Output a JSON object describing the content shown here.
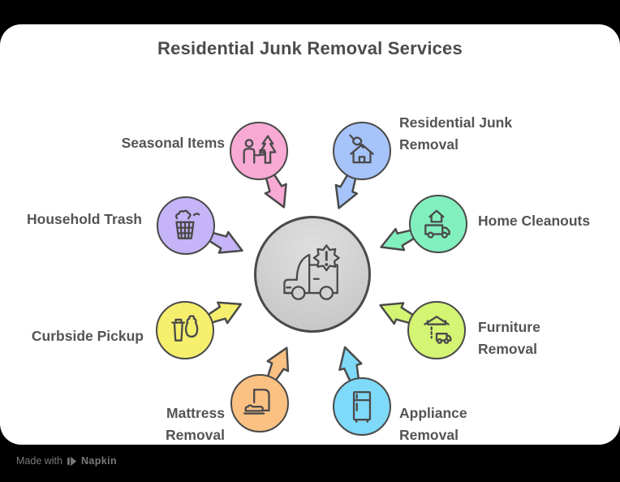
{
  "title": "Residential Junk Removal Services",
  "footer": {
    "made_with": "Made with",
    "brand": "Napkin"
  },
  "theme": {
    "background": "#000000",
    "card": "#FFFFFF",
    "outline": "#4A4A4A",
    "title_text": "#4C4C4C",
    "label_text": "#545454",
    "hub_top": "#DEDEDE",
    "hub_mid": "#D2D2D2",
    "hub_bottom": "#C2C2C2",
    "footer_text": "#7A7A7A"
  },
  "hub": {
    "icon": "junk-truck-alert-icon"
  },
  "nodes": [
    {
      "id": "seasonal-items",
      "label": "Seasonal Items",
      "lines": [
        "Seasonal Items"
      ],
      "color": "#F8A9D4",
      "icon": "person-tree-icon"
    },
    {
      "id": "residential-junk-removal",
      "label": "Residential Junk Removal",
      "lines": [
        "Residential Junk",
        "Removal"
      ],
      "color": "#A6C4FA",
      "icon": "brush-house-icon"
    },
    {
      "id": "home-cleanouts",
      "label": "Home Cleanouts",
      "lines": [
        "Home Cleanouts"
      ],
      "color": "#82EFBE",
      "icon": "house-truck-icon"
    },
    {
      "id": "furniture-removal",
      "label": "Furniture Removal",
      "lines": [
        "Furniture",
        "Removal"
      ],
      "color": "#D4F473",
      "icon": "garage-truck-icon"
    },
    {
      "id": "appliance-removal",
      "label": "Appliance Removal",
      "lines": [
        "Appliance",
        "Removal"
      ],
      "color": "#7FD9F8",
      "icon": "refrigerator-icon"
    },
    {
      "id": "mattress-removal",
      "label": "Mattress Removal",
      "lines": [
        "Mattress",
        "Removal"
      ],
      "color": "#FBC183",
      "icon": "mattress-icon"
    },
    {
      "id": "curbside-pickup",
      "label": "Curbside Pickup",
      "lines": [
        "Curbside Pickup"
      ],
      "color": "#F6EF6D",
      "icon": "trash-can-bag-icon"
    },
    {
      "id": "household-trash",
      "label": "Household Trash",
      "lines": [
        "Household Trash"
      ],
      "color": "#C5B4F8",
      "icon": "wastebasket-paper-icon"
    }
  ]
}
